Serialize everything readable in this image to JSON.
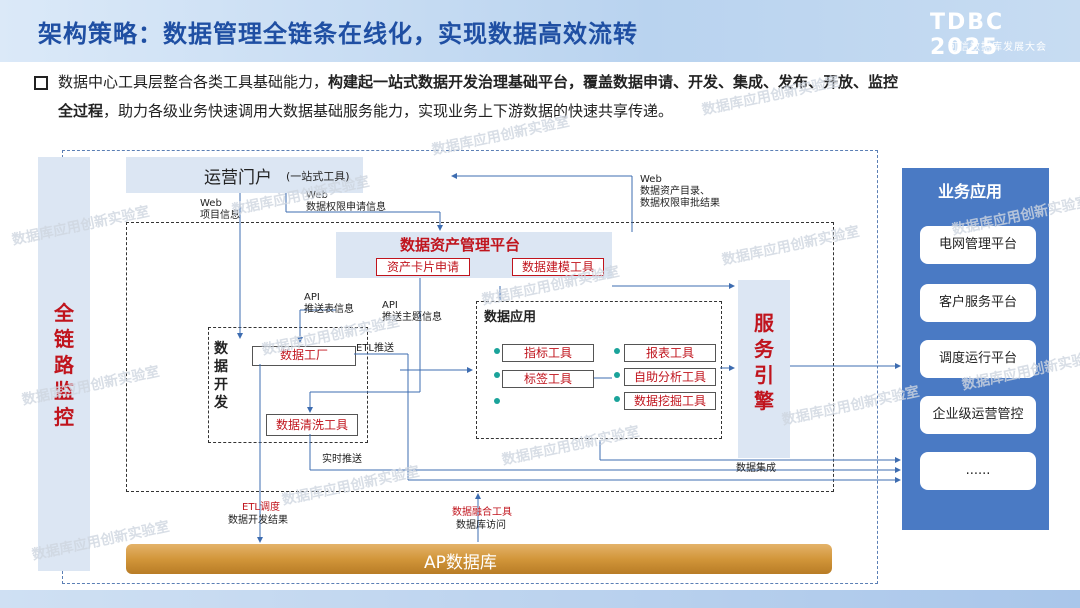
{
  "header": {
    "title": "架构策略：数据管理全链条在线化，实现数据高效流转",
    "logo_main": "TDBC 2025",
    "logo_sub": "可信数据库发展大会"
  },
  "intro": {
    "line1_a": "数据中心工具层整合各类工具基础能力，",
    "line1_b": "构建起一站式数据开发治理基础平台，覆盖数据申请、开发、集成、发布、开放、监控",
    "line2_a": "全过程",
    "line2_b": "，助力各级业务快速调用大数据基础服务能力，实现业务上下游数据的快速共享传递。"
  },
  "diagram": {
    "left_panel": "全链路监控",
    "portal": "运营门户",
    "portal_note": "(一站式工具)",
    "asset_platform": "数据资产管理平台",
    "asset_card": "资产卡片申请",
    "data_modeling": "数据建模工具",
    "data_dev": "数据开发",
    "data_factory": "数据工厂",
    "data_clean": "数据清洗工具",
    "data_app": "数据应用",
    "indicator_tool": "指标工具",
    "tag_tool": "标签工具",
    "report_tool": "报表工具",
    "self_analysis": "自助分析工具",
    "mining_tool": "数据挖掘工具",
    "service_engine": "服务引擎",
    "database": "AP数据库",
    "labels": {
      "web_project": [
        "Web",
        "项目信息"
      ],
      "web_perm": [
        "Web",
        "数据权限申请信息"
      ],
      "web_asset": [
        "Web",
        "数据资产目录、",
        "数据权限审批结果"
      ],
      "api_table": [
        "API",
        "推送表信息"
      ],
      "api_topic": [
        "API",
        "推送主题信息"
      ],
      "etl_push": "ETL推送",
      "realtime_push": "实时推送",
      "data_integration": "数据集成",
      "etl_schedule": "ETL调度",
      "dev_result": "数据开发结果",
      "fusion_tool": "数据融合工具",
      "db_access": "数据库访问"
    }
  },
  "business": {
    "title": "业务应用",
    "items": [
      "电网管理平台",
      "客户服务平台",
      "调度运行平台",
      "企业级运营管控",
      "......"
    ]
  },
  "watermark": "数据库应用创新实验室",
  "colors": {
    "title_blue": "#1f4fa3",
    "accent_red": "#c0141d",
    "panel_blue": "#4a7ac4",
    "db_gold": "#d2963a",
    "dot_teal": "#1aa39a"
  }
}
